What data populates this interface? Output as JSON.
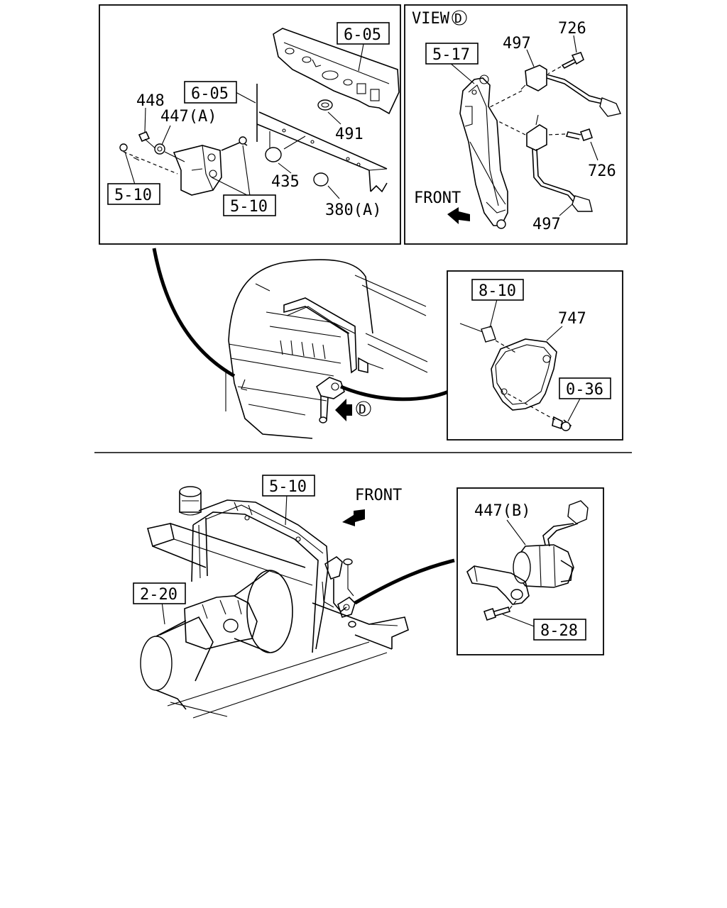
{
  "labels": {
    "ref_6_05_top": "6-05",
    "ref_6_05_mid": "6-05",
    "ref_5_10_left": "5-10",
    "ref_5_10_mid": "5-10",
    "ref_5_17": "5-17",
    "ref_8_10": "8-10",
    "ref_0_36": "0-36",
    "ref_5_10_bottom": "5-10",
    "ref_2_20": "2-20",
    "ref_8_28": "8-28",
    "part_448": "448",
    "part_447a": "447(A)",
    "part_491": "491",
    "part_435": "435",
    "part_380a": "380(A)",
    "part_497_top": "497",
    "part_726_top": "726",
    "part_726_bottom": "726",
    "part_497_bottom": "497",
    "part_747": "747",
    "part_447b": "447(B)",
    "view_text": "VIEW",
    "view_letter": "D",
    "front_upper": "FRONT",
    "front_lower": "FRONT",
    "d_marker": "D"
  }
}
